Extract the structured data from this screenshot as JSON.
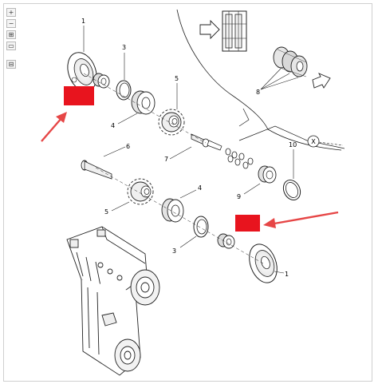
{
  "toolbar": {
    "zoom_in_label": "+",
    "zoom_out_label": "−",
    "fit_label": "⊞",
    "page_label": "▭",
    "layout_label": "⊟"
  },
  "callouts": {
    "seal_top": "1",
    "seal_bottom": "1",
    "ring_top": "3",
    "ring_bottom": "3",
    "bearing_top": "4",
    "bearing_bottom": "4",
    "sprocket_top": "5",
    "sprocket_bottom": "5",
    "bolt": "6",
    "shaft": "7",
    "rollers": "8",
    "bearing_right": "9",
    "snap_ring": "10",
    "section_marker": "X"
  },
  "highlight": {
    "color": "#e8141e"
  },
  "arrow": {
    "color": "#e64646"
  }
}
